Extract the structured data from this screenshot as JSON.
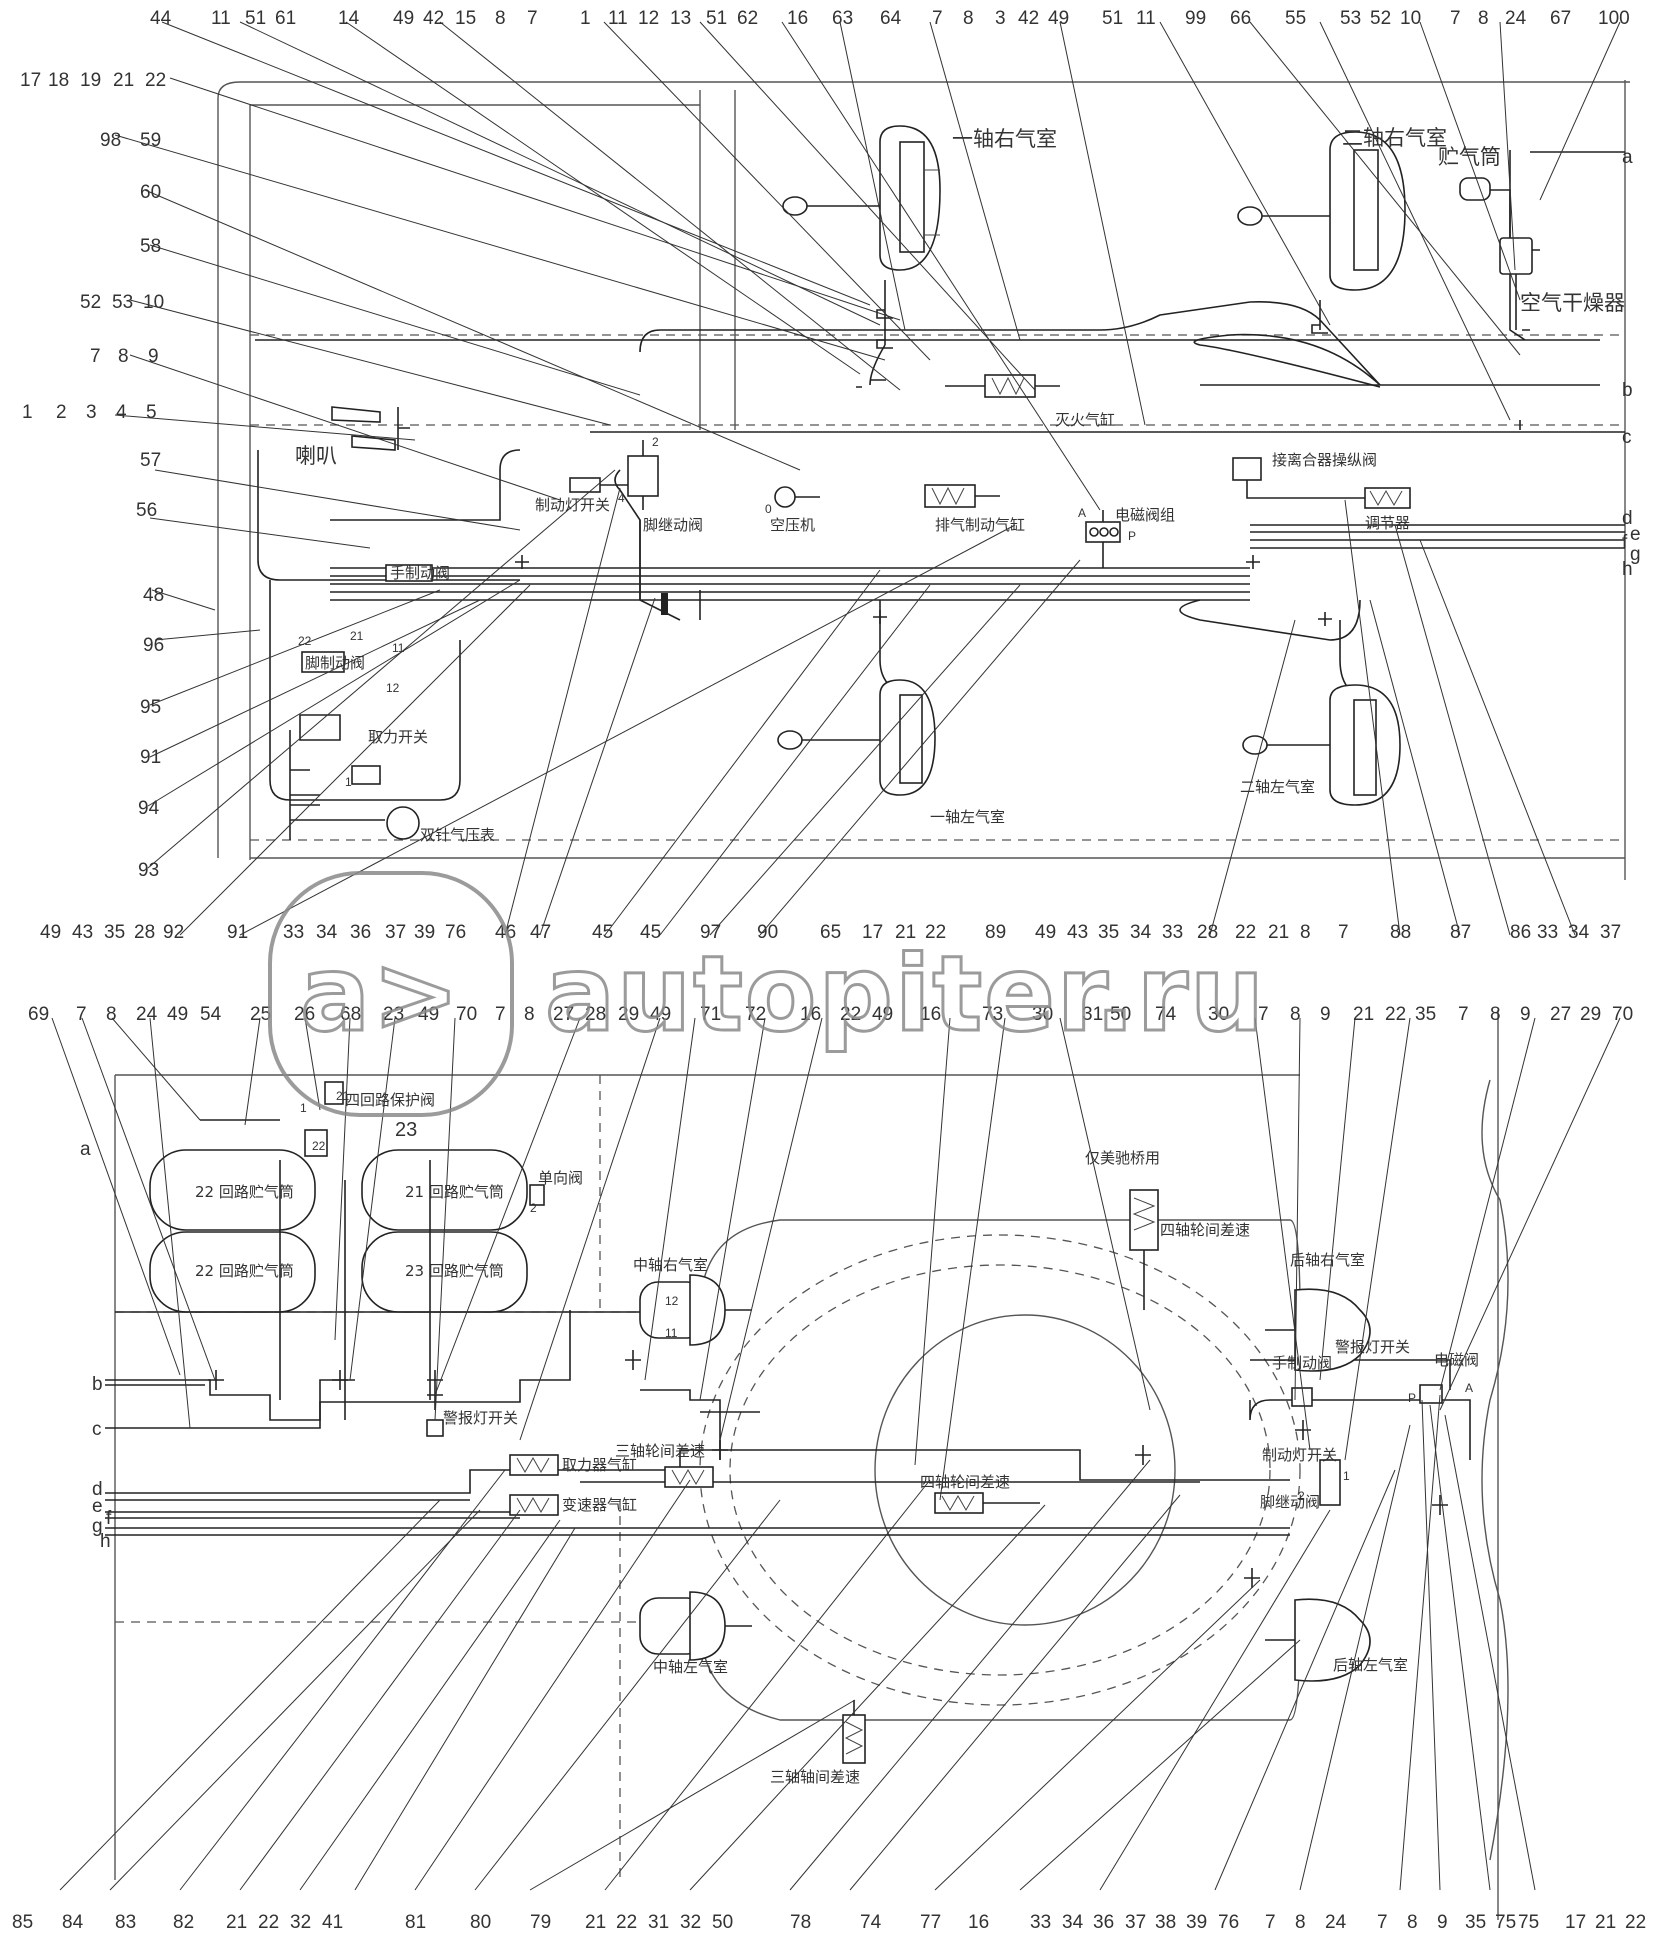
{
  "watermark": {
    "text": "autopiter.ru",
    "logo": "a>"
  },
  "top_section": {
    "callouts_top_row": [
      "44",
      "11",
      "51",
      "61",
      "14",
      "49",
      "42",
      "15",
      "8",
      "7",
      "1",
      "11",
      "12",
      "13",
      "51",
      "62",
      "16",
      "63",
      "64",
      "7",
      "8",
      "3",
      "42",
      "49",
      "51",
      "11",
      "99",
      "66",
      "55",
      "53",
      "52",
      "10",
      "7",
      "8",
      "24",
      "67",
      "100"
    ],
    "callouts_left": [
      "17",
      "18",
      "19",
      "21",
      "22",
      "98",
      "59",
      "60",
      "58",
      "52",
      "53",
      "10",
      "7",
      "8",
      "9",
      "1",
      "2",
      "3",
      "4",
      "5",
      "57",
      "56",
      "48",
      "96",
      "95",
      "91",
      "94",
      "93"
    ],
    "callouts_bottom_row": [
      "49",
      "43",
      "35",
      "28",
      "92",
      "91",
      "33",
      "34",
      "36",
      "37",
      "39",
      "76",
      "46",
      "47",
      "45",
      "45",
      "97",
      "90",
      "65",
      "17",
      "21",
      "22",
      "89",
      "49",
      "43",
      "35",
      "34",
      "33",
      "28",
      "22",
      "21",
      "8",
      "7",
      "88",
      "87",
      "86",
      "33",
      "34",
      "37"
    ],
    "line_labels_right": [
      "a",
      "b",
      "c",
      "d",
      "e",
      "f",
      "g",
      "h"
    ],
    "component_labels": {
      "axle1_right_chamber": "一轴右气室",
      "axle2_right_chamber": "二轴右气室",
      "air_tank": "贮气筒",
      "air_dryer": "空气干燥器",
      "fire_cylinder": "灭火气缸",
      "clutch_valve": "接离合器操纵阀",
      "horn": "喇叭",
      "brake_light_switch": "制动灯开关",
      "foot_relay_valve": "脚继动阀",
      "compressor": "空压机",
      "exhaust_brake_cylinder": "排气制动气缸",
      "solenoid_valve_group": "电磁阀组",
      "regulator": "调节器",
      "hand_brake_valve": "手制动阀",
      "foot_brake_valve": "脚制动阀",
      "pto_switch": "取力开关",
      "dual_gauge": "双针气压表",
      "axle1_left_chamber": "一轴左气室",
      "axle2_left_chamber": "二轴左气室"
    },
    "port_labels": [
      "22",
      "21",
      "11",
      "12",
      "1",
      "2",
      "4",
      "0",
      "A",
      "P"
    ]
  },
  "bottom_section": {
    "callouts_top_row": [
      "69",
      "7",
      "8",
      "24",
      "49",
      "54",
      "25",
      "26",
      "68",
      "23",
      "49",
      "70",
      "7",
      "8",
      "27",
      "28",
      "29",
      "49",
      "71",
      "72",
      "16",
      "22",
      "49",
      "16",
      "73",
      "30",
      "31",
      "50",
      "74",
      "30",
      "7",
      "8",
      "9",
      "21",
      "22",
      "35",
      "7",
      "8",
      "9",
      "27",
      "29",
      "70"
    ],
    "callouts_bottom_row": [
      "85",
      "84",
      "83",
      "82",
      "21",
      "22",
      "32",
      "41",
      "81",
      "80",
      "79",
      "21",
      "22",
      "31",
      "32",
      "50",
      "78",
      "74",
      "77",
      "16",
      "33",
      "34",
      "36",
      "37",
      "38",
      "39",
      "76",
      "7",
      "8",
      "24",
      "7",
      "8",
      "9",
      "35",
      "75",
      "75",
      "17",
      "21",
      "22"
    ],
    "line_labels_left": [
      "a",
      "b",
      "c",
      "d",
      "e",
      "f",
      "g",
      "h"
    ],
    "component_labels": {
      "four_circuit_valve": "四回路保护阀",
      "tank_22_upper": "22 回路贮气筒",
      "tank_21": "21 回路贮气筒",
      "tank_22_lower": "22 回路贮气筒",
      "tank_23": "23 回路贮气筒",
      "check_valve": "单向阀",
      "warning_switch": "警报灯开关",
      "pto_cylinder": "取力器气缸",
      "transmission_cylinder": "变速器气缸",
      "mid_axle_right_chamber": "中轴右气室",
      "mid_axle_left_chamber": "中轴左气室",
      "axle3_wheel_diff": "三轴轮间差速",
      "axle4_wheel_diff": "四轴轮间差速",
      "axle3_interaxle_diff": "三轴轴间差速",
      "instrument_axle": "仅美驰桥用",
      "axle4_wheel_diff_side": "四轴轮间差速",
      "rear_axle_right_chamber": "后轴右气室",
      "hand_brake_valve": "手制动阀",
      "warning_light_switch": "警报灯开关",
      "solenoid_valve": "电磁阀",
      "brake_light_switch": "制动灯开关",
      "foot_relay_valve": "脚继动阀",
      "rear_axle_left_chamber": "后轴左气室"
    },
    "port_labels": [
      "1",
      "21",
      "22",
      "23",
      "12",
      "11",
      "2",
      "P",
      "A",
      "1",
      "2"
    ]
  }
}
